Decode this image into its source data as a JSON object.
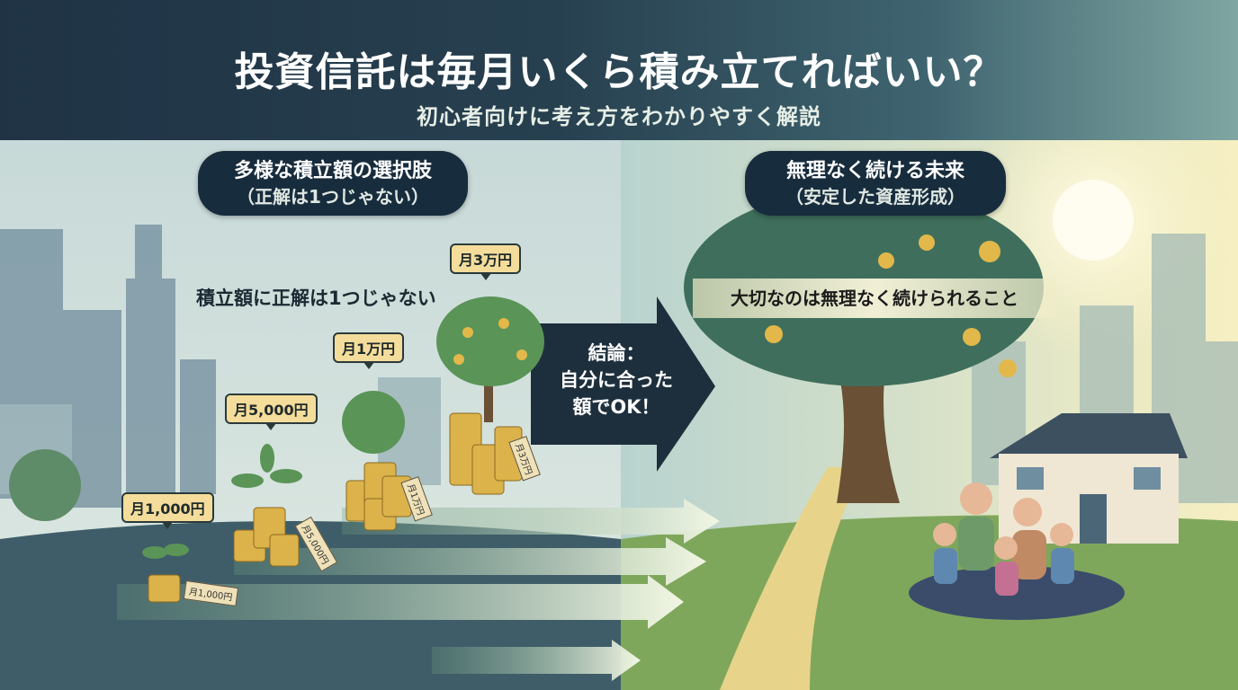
{
  "header": {
    "title": "投資信託は毎月いくら積み立てればいい？",
    "subtitle": "初心者向けに考え方をわかりやすく解説"
  },
  "left": {
    "pill_line1": "多様な積立額の選択肢",
    "pill_line2": "（正解は1つじゃない）",
    "lead": "積立額に正解は1つじゃない",
    "amounts": [
      "月1,000円",
      "月5,000円",
      "月1万円",
      "月3万円"
    ]
  },
  "center": {
    "conclusion_line1": "結論：",
    "conclusion_line2": "自分に合った",
    "conclusion_line3": "額でOK！"
  },
  "right": {
    "pill_line1": "無理なく続ける未来",
    "pill_line2": "（安定した資産形成）",
    "banner": "大切なのは無理なく続けられること"
  },
  "colors": {
    "navy": "#172c3d",
    "gold": "#e2b84a",
    "bubble": "#f4dc9b",
    "leaf": "#4f8a55"
  }
}
